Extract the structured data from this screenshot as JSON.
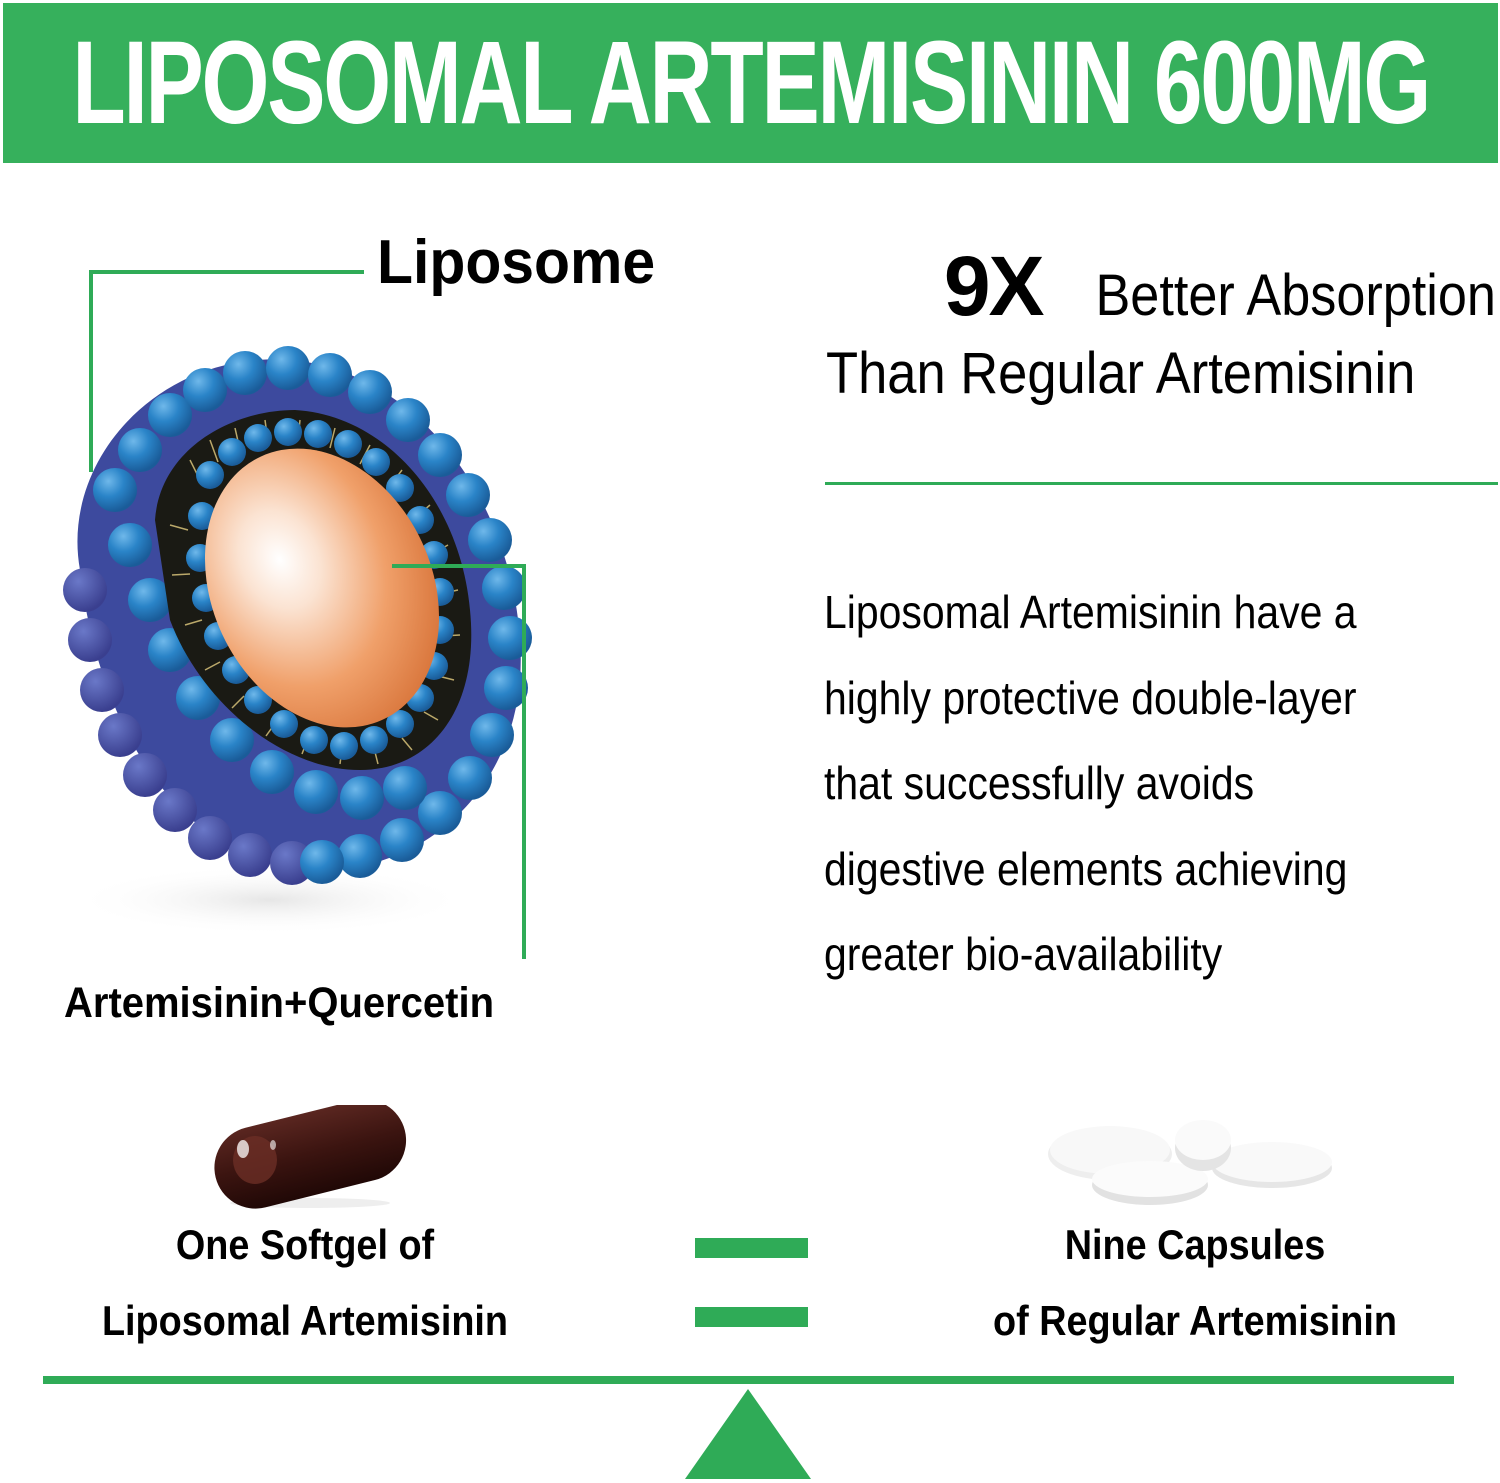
{
  "banner": {
    "title": "LIPOSOMAL ARTEMISININ 600MG",
    "background_color": "#36b05c",
    "text_color": "#ffffff"
  },
  "diagram": {
    "label_outer": "Liposome",
    "label_core": "Artemisinin+Quercetin",
    "leader_line_color": "#2fab57",
    "illustration": "liposome-cross-section"
  },
  "headline": {
    "multiplier": "9X",
    "line1_rest": "Better Absorption",
    "line2": "Than Regular Artemisinin"
  },
  "description": {
    "lines": [
      "Liposomal Artemisinin have a",
      "highly protective double-layer",
      "that successfully avoids",
      "digestive elements achieving",
      "greater bio-availability"
    ]
  },
  "comparison": {
    "left": {
      "image": "softgel-capsule",
      "line1": "One Softgel of",
      "line2": "Liposomal Artemisinin"
    },
    "operator": "equals-sign",
    "right": {
      "image": "white-tablets",
      "line1": "Nine Capsules",
      "line2": "of Regular Artemisinin"
    },
    "scale": "balance-scale-icon"
  },
  "accent_color": "#2fab57"
}
